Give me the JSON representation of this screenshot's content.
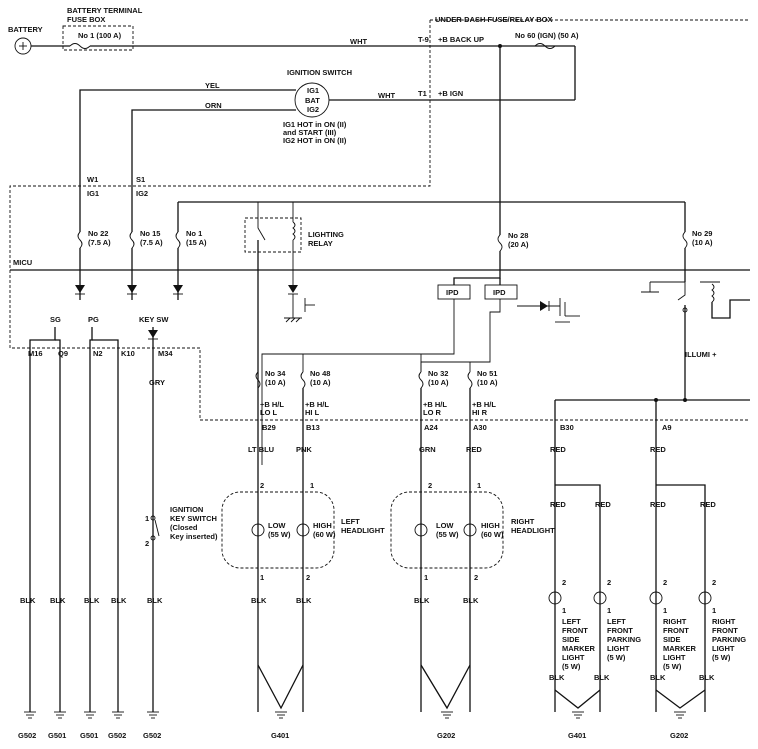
{
  "labels": {
    "battery": "BATTERY",
    "battery_fuse_box": "BATTERY TERMINAL",
    "battery_fuse_box_2": "FUSE BOX",
    "fuse_no1_100a": "No 1 (100 A)",
    "underdash_box": "UNDER-DASH FUSE/RELAY BOX",
    "wht_top": "WHT",
    "t9": "T-9",
    "b_backup": "+B BACK UP",
    "fuse_no60": "No 60 (IGN) (50 A)",
    "ignition_switch": "IGNITION SWITCH",
    "ig1": "IG1",
    "bat": "BAT",
    "ig2": "IG2",
    "yel": "YEL",
    "orn": "ORN",
    "wht_mid": "WHT",
    "t1": "T1",
    "b_ign": "+B IGN",
    "ig_note_1": "IG1 HOT in ON (II)",
    "ig_note_2": "and START (III)",
    "ig_note_3": "IG2 HOT in ON (II)",
    "w1": "W1",
    "s1": "S1",
    "ig1_pin": "IG1",
    "ig2_pin": "IG2",
    "fuse22": [
      "No 22",
      "(7.5 A)"
    ],
    "fuse15": [
      "No 15",
      "(7.5 A)"
    ],
    "fuse1": [
      "No 1",
      "(15 A)"
    ],
    "lighting_relay": [
      "LIGHTING",
      "RELAY"
    ],
    "fuse28": [
      "No 28",
      "(20 A)"
    ],
    "fuse29": [
      "No 29",
      "(10 A)"
    ],
    "micu": "MICU",
    "ipd_1": "IPD",
    "ipd_2": "IPD",
    "sg": "SG",
    "pg": "PG",
    "key_sw": "KEY SW",
    "m16": "M16",
    "q9": "Q9",
    "n2": "N2",
    "k10": "K10",
    "m34": "M34",
    "illumi": "ILLUMI +",
    "fuse34": [
      "No 34",
      "(10 A)"
    ],
    "fuse48": [
      "No 48",
      "(10 A)"
    ],
    "fuse32": [
      "No 32",
      "(10 A)"
    ],
    "fuse51": [
      "No 51",
      "(10 A)"
    ],
    "hl_lo_l": [
      "+B H/L",
      "LO L"
    ],
    "hl_hi_l": [
      "+B H/L",
      "HI L"
    ],
    "hl_lo_r": [
      "+B H/L",
      "LO R"
    ],
    "hl_hi_r": [
      "+B H/L",
      "HI R"
    ],
    "gry": "GRY",
    "b29": "B29",
    "b13": "B13",
    "a24": "A24",
    "a30": "A30",
    "b30": "B30",
    "a9": "A9",
    "lt_blu": "LT BLU",
    "pnk": "PNK",
    "grn": "GRN",
    "red_a": "RED",
    "red_b30": "RED",
    "red_a9": "RED",
    "red_l1": "RED",
    "red_l2": "RED",
    "red_r1": "RED",
    "red_r2": "RED",
    "pin_2": "2",
    "pin_1": "1",
    "ignition_key_switch": [
      "IGNITION",
      "KEY SWITCH",
      "(Closed",
      "Key inserted)"
    ],
    "low_55w": [
      "LOW",
      "(55 W)"
    ],
    "high_60w": [
      "HIGH",
      "(60 W)"
    ],
    "left_headlight": [
      "LEFT",
      "HEADLIGHT"
    ],
    "right_headlight": [
      "RIGHT",
      "HEADLIGHT"
    ],
    "left_side_marker": [
      "LEFT",
      "FRONT",
      "SIDE",
      "MARKER",
      "LIGHT",
      "(5 W)"
    ],
    "left_parking": [
      "LEFT",
      "FRONT",
      "PARKING",
      "LIGHT",
      "(5 W)"
    ],
    "right_side_marker": [
      "RIGHT",
      "FRONT",
      "SIDE",
      "MARKER",
      "LIGHT",
      "(5 W)"
    ],
    "right_parking": [
      "RIGHT",
      "FRONT",
      "PARKING",
      "LIGHT",
      "(5 W)"
    ],
    "blk": "BLK",
    "grounds": [
      "G502",
      "G501",
      "G501",
      "G502",
      "G502",
      "G401",
      "G202",
      "G401",
      "G202"
    ]
  }
}
